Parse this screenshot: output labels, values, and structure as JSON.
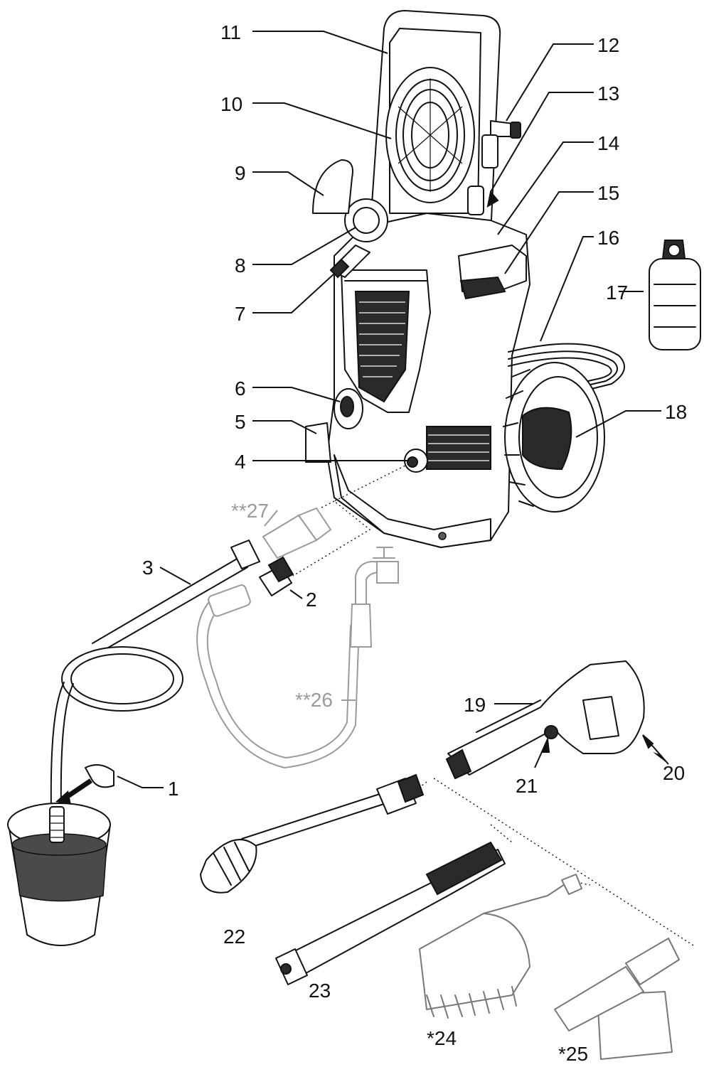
{
  "callouts": [
    {
      "id": "1",
      "label": "1",
      "optional": false
    },
    {
      "id": "2",
      "label": "2",
      "optional": false
    },
    {
      "id": "3",
      "label": "3",
      "optional": false
    },
    {
      "id": "4",
      "label": "4",
      "optional": false
    },
    {
      "id": "5",
      "label": "5",
      "optional": false
    },
    {
      "id": "6",
      "label": "6",
      "optional": false
    },
    {
      "id": "7",
      "label": "7",
      "optional": false
    },
    {
      "id": "8",
      "label": "8",
      "optional": false
    },
    {
      "id": "9",
      "label": "9",
      "optional": false
    },
    {
      "id": "10",
      "label": "10",
      "optional": false
    },
    {
      "id": "11",
      "label": "11",
      "optional": false
    },
    {
      "id": "12",
      "label": "12",
      "optional": false
    },
    {
      "id": "13",
      "label": "13",
      "optional": false
    },
    {
      "id": "14",
      "label": "14",
      "optional": false
    },
    {
      "id": "15",
      "label": "15",
      "optional": false
    },
    {
      "id": "16",
      "label": "16",
      "optional": false
    },
    {
      "id": "17",
      "label": "17",
      "optional": false
    },
    {
      "id": "18",
      "label": "18",
      "optional": false
    },
    {
      "id": "19",
      "label": "19",
      "optional": false
    },
    {
      "id": "20",
      "label": "20",
      "optional": false
    },
    {
      "id": "21",
      "label": "21",
      "optional": false
    },
    {
      "id": "22",
      "label": "22",
      "optional": false
    },
    {
      "id": "23",
      "label": "23",
      "optional": false
    },
    {
      "id": "24",
      "label": "*24",
      "optional": false
    },
    {
      "id": "25",
      "label": "*25",
      "optional": false
    },
    {
      "id": "26",
      "label": "**26",
      "optional": true
    },
    {
      "id": "27",
      "label": "**27",
      "optional": true
    }
  ],
  "colors": {
    "line": "#111111",
    "optional_grey": "#9a9a9a",
    "water_fill": "#4a4a4a"
  }
}
